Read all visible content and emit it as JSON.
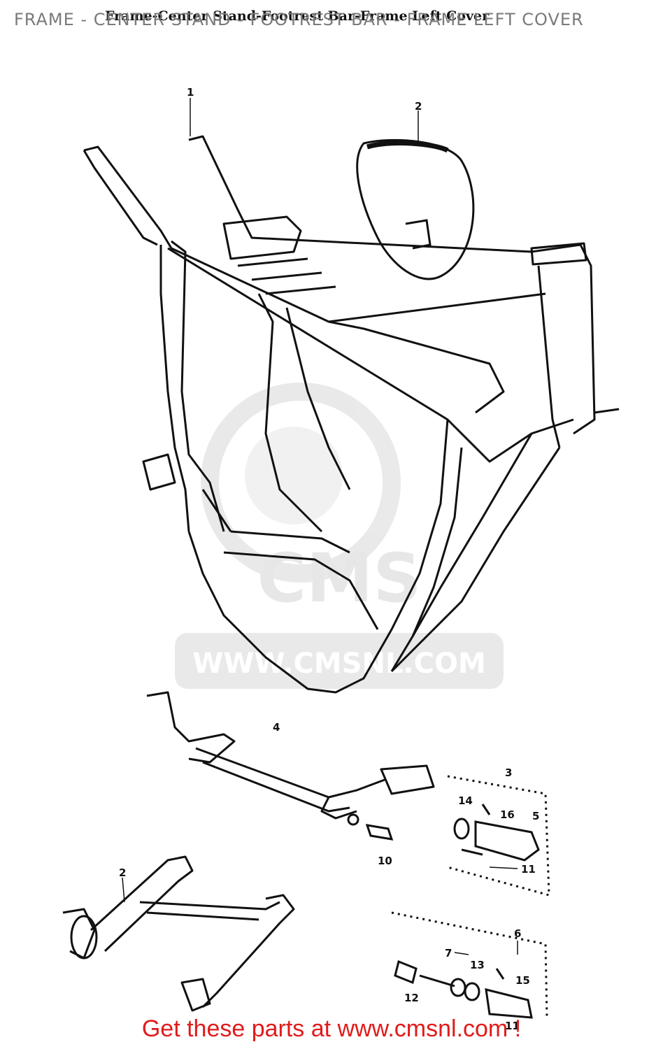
{
  "header": {
    "overlay_title": "FRAME - CENTER STAND - FOOTREST BAR - FRAME LEFT COVER",
    "scanned_title": "Frame-Center Stand-Footrest Bar-Frame Left Cover"
  },
  "watermark": {
    "brand": "CMS",
    "url": "WWW.CMSNL.COM"
  },
  "callouts": {
    "c1": "1",
    "c2": "2",
    "c2b": "2",
    "c3": "3",
    "c4": "4",
    "c5": "5",
    "c6": "6",
    "c7": "7",
    "c10": "10",
    "c11a": "11",
    "c11b": "11",
    "c12": "12",
    "c13": "13",
    "c14": "14",
    "c15": "15",
    "c16": "16"
  },
  "footer": {
    "text": "Get these parts at www.cmsnl.com !"
  },
  "colors": {
    "footer": "#e11b1b",
    "ink": "#111111",
    "overlay": "#7a7a7a",
    "watermark": "#d8d8d8"
  }
}
